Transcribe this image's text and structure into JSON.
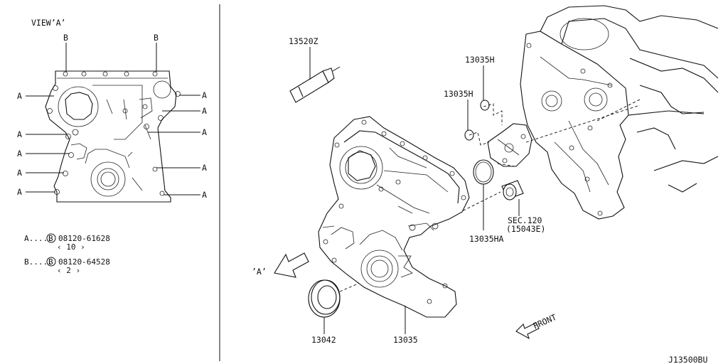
{
  "view": {
    "title": "VIEW’A’",
    "bolt_letter_a": "A",
    "bolt_letter_b": "B"
  },
  "legend": [
    {
      "key": "A.....",
      "symbol": "B",
      "part": "08120-61628",
      "qty": "‹ 10 ›"
    },
    {
      "key": "B.....",
      "symbol": "B",
      "part": "08120-64528",
      "qty": "‹ 2 ›"
    }
  ],
  "callouts": {
    "sealant": "13520Z",
    "oring_upper": "13035H",
    "oring_lower": "13035H",
    "oring_large": "13035HA",
    "sec_ref": "SEC.120",
    "sec_part": "(15043E)",
    "oil_seal": "13042",
    "front_cover": "13035",
    "view_marker": "’A’",
    "front_arrow": "FRONT"
  },
  "diagram_id": "J13500BU"
}
